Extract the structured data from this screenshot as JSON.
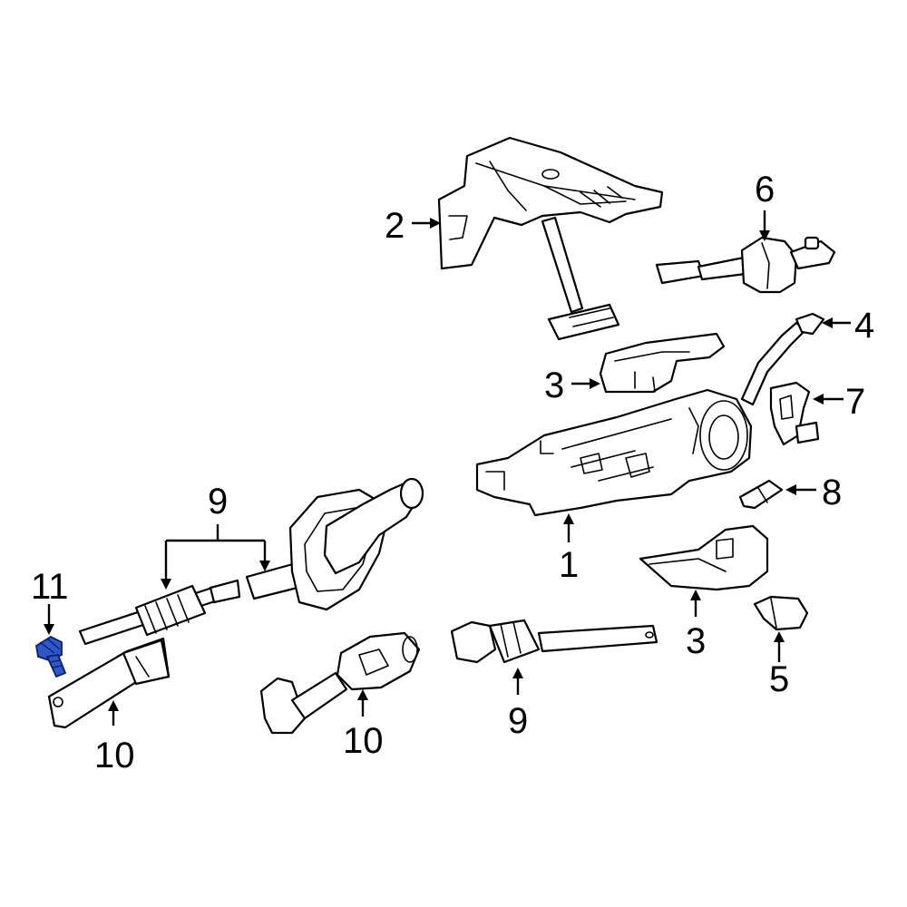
{
  "callouts": {
    "c1": "1",
    "c2": "2",
    "c3_top": "3",
    "c3_bottom": "3",
    "c4": "4",
    "c5": "5",
    "c6": "6",
    "c7": "7",
    "c8": "8",
    "c9_top": "9",
    "c9_bottom": "9",
    "c10_left": "10",
    "c10_mid": "10",
    "c11": "11"
  },
  "colors": {
    "highlight": "#2f57c9",
    "line": "#000000",
    "background": "#ffffff"
  }
}
